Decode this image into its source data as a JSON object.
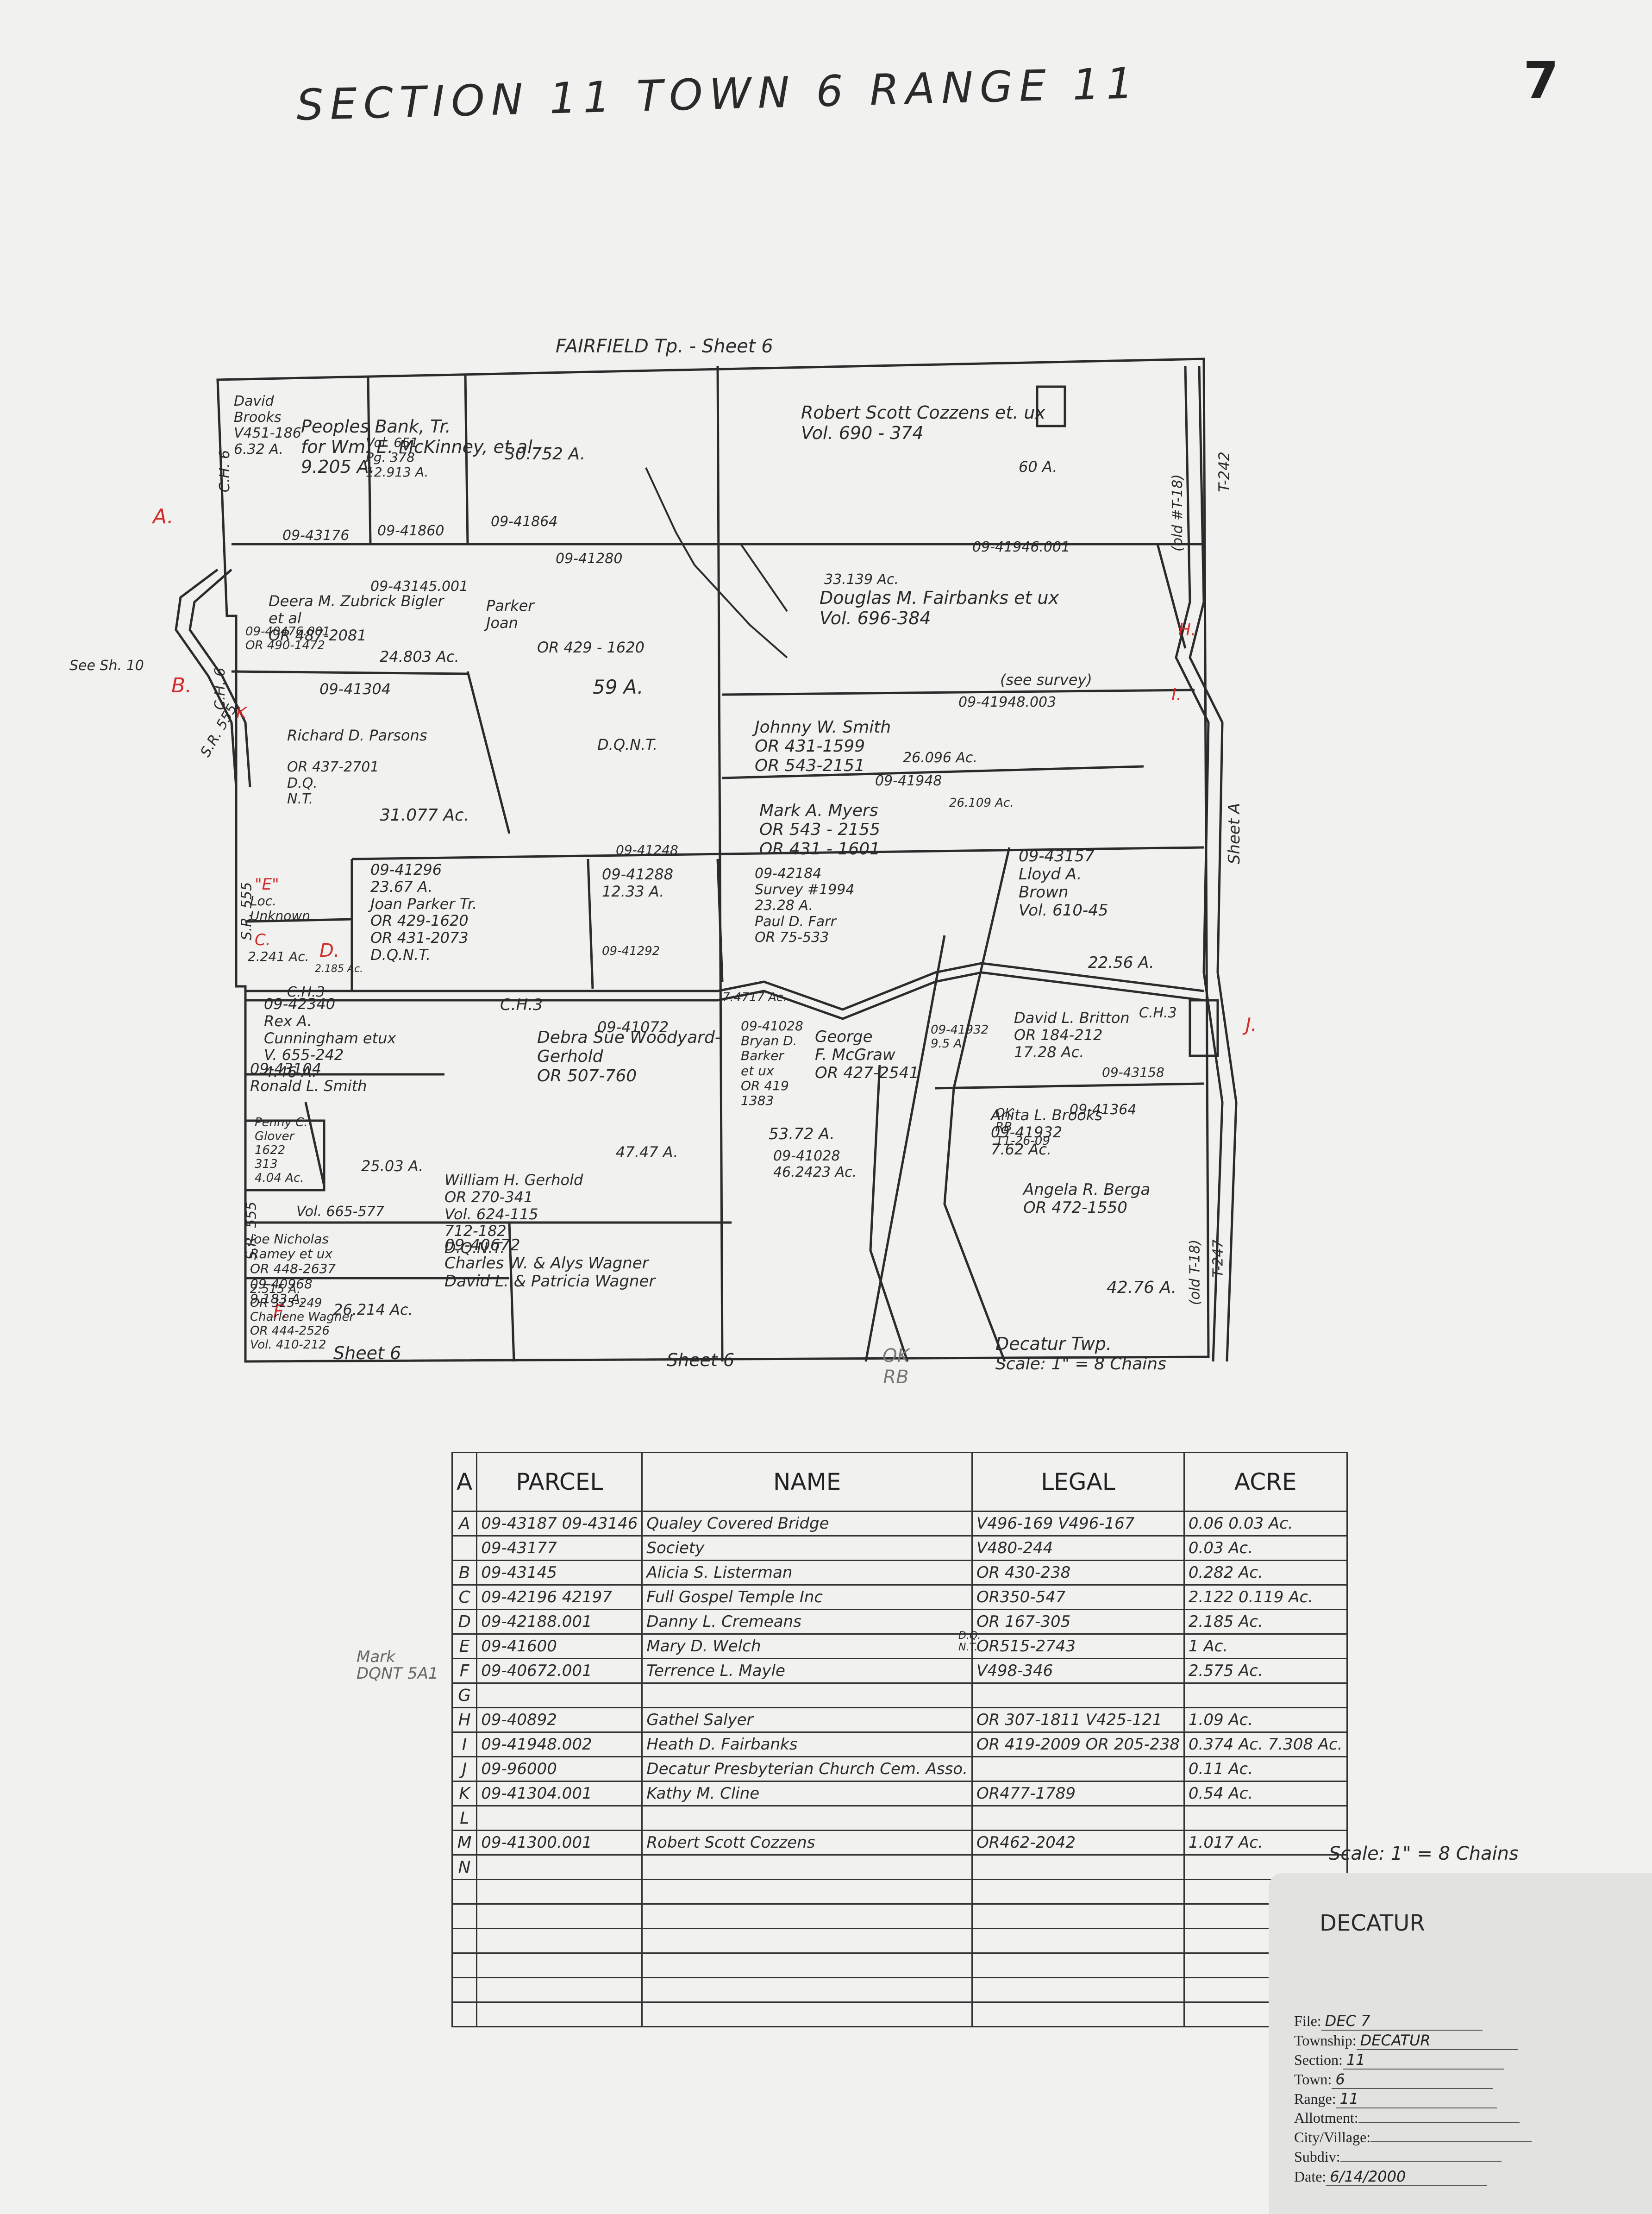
{
  "header": {
    "title": "SECTION 11 TOWN 6 RANGE 11",
    "page_number": "7"
  },
  "map": {
    "top_label": "FAIRFIELD Tp. - Sheet 6",
    "see_label": "See Sh. 10",
    "road_labels": [
      "C.H. 6",
      "S.R. 555",
      "S.R. 555",
      "S.R. 555",
      "C.H. 6",
      "T-242",
      "(old #T-18)",
      "C.H.3",
      "C.H.3",
      "C.H.3",
      "(old T-18)",
      "T-247",
      "Sheet A"
    ],
    "bottom_labels": [
      "Sheet 6",
      "Sheet 6",
      "Decatur Twp.",
      "Scale: 1\" = 8 Chains",
      "OK RB"
    ],
    "marker_letters": [
      "A.",
      "B.",
      "K",
      "C.",
      "D.",
      "F.",
      "\"E\"",
      "H.",
      "I.",
      "J."
    ],
    "parcels": [
      {
        "lines": [
          "David",
          "Brooks",
          "V451-186",
          "6.32 A."
        ]
      },
      {
        "lines": [
          "Peoples Bank, Tr.",
          "for Wm. E. McKinney, et al",
          "9.205 A."
        ]
      },
      {
        "lines": [
          "09-43176"
        ]
      },
      {
        "lines": [
          "Vol. 651",
          "Pg. 378",
          "12.913 A."
        ]
      },
      {
        "lines": [
          "09-41860"
        ]
      },
      {
        "lines": [
          "30.752 A."
        ]
      },
      {
        "lines": [
          "09-41864"
        ]
      },
      {
        "lines": [
          "Robert Scott Cozzens et. ux",
          "Vol. 690 - 374"
        ]
      },
      {
        "lines": [
          "60 A."
        ]
      },
      {
        "lines": [
          "09-41946.001"
        ]
      },
      {
        "lines": [
          "33.139 Ac."
        ]
      },
      {
        "lines": [
          "Douglas M. Fairbanks et ux",
          "Vol. 696-384"
        ]
      },
      {
        "lines": [
          "09-43145.001"
        ]
      },
      {
        "lines": [
          "Deera M. Zubrick Bigler",
          "et al",
          "OR 487-2081"
        ]
      },
      {
        "lines": [
          "09-40476.001",
          "OR 490-1472"
        ]
      },
      {
        "lines": [
          "24.803 Ac."
        ]
      },
      {
        "lines": [
          "09-41280"
        ]
      },
      {
        "lines": [
          "Parker",
          "Joan"
        ]
      },
      {
        "lines": [
          "OR 429 - 1620"
        ]
      },
      {
        "lines": [
          "59 A."
        ]
      },
      {
        "lines": [
          "D.Q.N.T."
        ]
      },
      {
        "lines": [
          "09-41304"
        ]
      },
      {
        "lines": [
          "Richard D. Parsons"
        ]
      },
      {
        "lines": [
          "OR 437-2701",
          "D.Q.",
          "N.T."
        ]
      },
      {
        "lines": [
          "31.077 Ac."
        ]
      },
      {
        "lines": [
          "(see survey)"
        ]
      },
      {
        "lines": [
          "09-41948.003"
        ]
      },
      {
        "lines": [
          "Johnny W. Smith",
          "OR 431-1599",
          "OR 543-2151"
        ]
      },
      {
        "lines": [
          "26.096 Ac."
        ]
      },
      {
        "lines": [
          "09-41948"
        ]
      },
      {
        "lines": [
          "Mark A. Myers",
          "OR 543 - 2155",
          "OR 431 - 1601"
        ]
      },
      {
        "lines": [
          "26.109 Ac."
        ]
      },
      {
        "lines": [
          "Loc.",
          "Unknown"
        ]
      },
      {
        "lines": [
          "09-41296",
          "23.67 A.",
          "Joan Parker Tr.",
          "OR 429-1620",
          "OR 431-2073",
          "D.Q.N.T."
        ]
      },
      {
        "lines": [
          "09-41248"
        ]
      },
      {
        "lines": [
          "09-41288",
          "12.33 A."
        ]
      },
      {
        "lines": [
          "09-41292"
        ]
      },
      {
        "lines": [
          "09-42184",
          "Survey #1994",
          "23.28 A.",
          "Paul D. Farr",
          "OR 75-533"
        ]
      },
      {
        "lines": [
          "09-43157",
          "Lloyd A.",
          "Brown",
          "Vol. 610-45"
        ]
      },
      {
        "lines": [
          "22.56 A."
        ]
      },
      {
        "lines": [
          "2.241 Ac."
        ]
      },
      {
        "lines": [
          "2.185 Ac."
        ]
      },
      {
        "lines": [
          "7.4717 Ac."
        ]
      },
      {
        "lines": [
          "09-42340",
          "Rex A.",
          "Cunningham etux",
          "V. 655-242",
          "4.46 A."
        ]
      },
      {
        "lines": [
          "09-43104",
          "Ronald L. Smith"
        ]
      },
      {
        "lines": [
          "Penny C.",
          "Glover",
          "1622",
          "313",
          "4.04 Ac."
        ]
      },
      {
        "lines": [
          "25.03 A."
        ]
      },
      {
        "lines": [
          "Vol. 665-577"
        ]
      },
      {
        "lines": [
          "09-41072"
        ]
      },
      {
        "lines": [
          "Debra Sue Woodyard-",
          "Gerhold",
          "OR 507-760"
        ]
      },
      {
        "lines": [
          "47.47 A."
        ]
      },
      {
        "lines": [
          "William H. Gerhold",
          "OR 270-341",
          "Vol. 624-115",
          "712-182",
          "D.Q.N.T."
        ]
      },
      {
        "lines": [
          "09-41028",
          "Bryan D.",
          "Barker",
          "et ux",
          "OR 419",
          "1383"
        ]
      },
      {
        "lines": [
          "George",
          "F. McGraw",
          "OR 427-2541"
        ]
      },
      {
        "lines": [
          "53.72 A."
        ]
      },
      {
        "lines": [
          "09-41028",
          "46.2423 Ac."
        ]
      },
      {
        "lines": [
          "09-41932",
          "9.5 A."
        ]
      },
      {
        "lines": [
          "Anita L. Brooks",
          "09-41932",
          "7.62 Ac."
        ]
      },
      {
        "lines": [
          "David L. Britton",
          "OR 184-212",
          "17.28 Ac."
        ]
      },
      {
        "lines": [
          "09-43158"
        ]
      },
      {
        "lines": [
          "OK",
          "RB",
          "11-26-09"
        ]
      },
      {
        "lines": [
          "09-41364"
        ]
      },
      {
        "lines": [
          "Angela R. Berga",
          "OR 472-1550"
        ]
      },
      {
        "lines": [
          "42.76 A."
        ]
      },
      {
        "lines": [
          "Joe Nicholas",
          "Ramey et ux",
          "OR 448-2637",
          "09-40968",
          "9.183 A."
        ]
      },
      {
        "lines": [
          "09-40672",
          "Charles W. & Alys Wagner",
          "David L. & Patricia Wagner"
        ]
      },
      {
        "lines": [
          "2.515 A.",
          "OR 325-249",
          "Charlene Wagner",
          "OR 444-2526",
          "Vol. 410-212"
        ]
      },
      {
        "lines": [
          "26.214 Ac."
        ]
      }
    ]
  },
  "table": {
    "headers": [
      "A",
      "PARCEL",
      "NAME",
      "LEGAL",
      "ACRE"
    ],
    "rows": [
      {
        "letter": "A",
        "parcel": "09-43187 09-43146",
        "name": "Qualey Covered Bridge",
        "legal": "V496-169 V496-167",
        "acre": "0.06 0.03 Ac."
      },
      {
        "letter": "",
        "parcel": "09-43177",
        "name": "Society",
        "legal": "V480-244",
        "acre": "0.03 Ac."
      },
      {
        "letter": "B",
        "parcel": "09-43145",
        "name": "Alicia S. Listerman",
        "legal": "OR 430-238",
        "acre": "0.282 Ac."
      },
      {
        "letter": "C",
        "parcel": "09-42196 42197",
        "name": "Full Gospel Temple Inc",
        "legal": "OR350-547",
        "acre": "2.122 0.119 Ac."
      },
      {
        "letter": "D",
        "parcel": "09-42188.001",
        "name": "Danny L. Cremeans",
        "legal": "OR 167-305",
        "acre": "2.185 Ac."
      },
      {
        "letter": "E",
        "parcel": "09-41600",
        "name": "Mary D. Welch",
        "legal": "OR515-2743",
        "acre": "1 Ac."
      },
      {
        "letter": "F",
        "parcel": "09-40672.001",
        "name": "Terrence L. Mayle",
        "legal": "V498-346",
        "acre": "2.575 Ac."
      },
      {
        "letter": "G",
        "parcel": "",
        "name": "",
        "legal": "",
        "acre": ""
      },
      {
        "letter": "H",
        "parcel": "09-40892",
        "name": "Gathel Salyer",
        "legal": "OR 307-1811 V425-121",
        "acre": "1.09 Ac."
      },
      {
        "letter": "I",
        "parcel": "09-41948.002",
        "name": "Heath D. Fairbanks",
        "legal": "OR 419-2009 OR 205-238",
        "acre": "0.374 Ac. 7.308 Ac."
      },
      {
        "letter": "J",
        "parcel": "09-96000",
        "name": "Decatur Presbyterian Church Cem. Asso.",
        "legal": "",
        "acre": "0.11 Ac."
      },
      {
        "letter": "K",
        "parcel": "09-41304.001",
        "name": "Kathy M. Cline",
        "legal": "OR477-1789",
        "acre": "0.54 Ac."
      },
      {
        "letter": "L",
        "parcel": "",
        "name": "",
        "legal": "",
        "acre": ""
      },
      {
        "letter": "M",
        "parcel": "09-41300.001",
        "name": "Robert Scott Cozzens",
        "legal": "OR462-2042",
        "acre": "1.017 Ac."
      },
      {
        "letter": "N",
        "parcel": "",
        "name": "",
        "legal": "",
        "acre": ""
      },
      {
        "letter": "",
        "parcel": "",
        "name": "",
        "legal": "",
        "acre": ""
      },
      {
        "letter": "",
        "parcel": "",
        "name": "",
        "legal": "",
        "acre": ""
      },
      {
        "letter": "",
        "parcel": "",
        "name": "",
        "legal": "",
        "acre": ""
      },
      {
        "letter": "",
        "parcel": "",
        "name": "",
        "legal": "",
        "acre": ""
      },
      {
        "letter": "",
        "parcel": "",
        "name": "",
        "legal": "",
        "acre": ""
      },
      {
        "letter": "",
        "parcel": "",
        "name": "",
        "legal": "",
        "acre": ""
      }
    ],
    "margin_note": [
      "Mark",
      "DQNT 5A1"
    ],
    "side_note": "D.Q. N.T."
  },
  "corner": {
    "scale": "Scale: 1\" = 8 Chains",
    "township_name": "DECATUR",
    "fields": [
      {
        "label": "File:",
        "value": "DEC 7"
      },
      {
        "label": "Township:",
        "value": "DECATUR"
      },
      {
        "label": "Section:",
        "value": "11"
      },
      {
        "label": "Town:",
        "value": "6"
      },
      {
        "label": "Range:",
        "value": "11"
      },
      {
        "label": "Allotment:",
        "value": ""
      },
      {
        "label": "City/Village:",
        "value": ""
      },
      {
        "label": "Subdiv:",
        "value": ""
      },
      {
        "label": "Date:",
        "value": "6/14/2000"
      }
    ]
  }
}
